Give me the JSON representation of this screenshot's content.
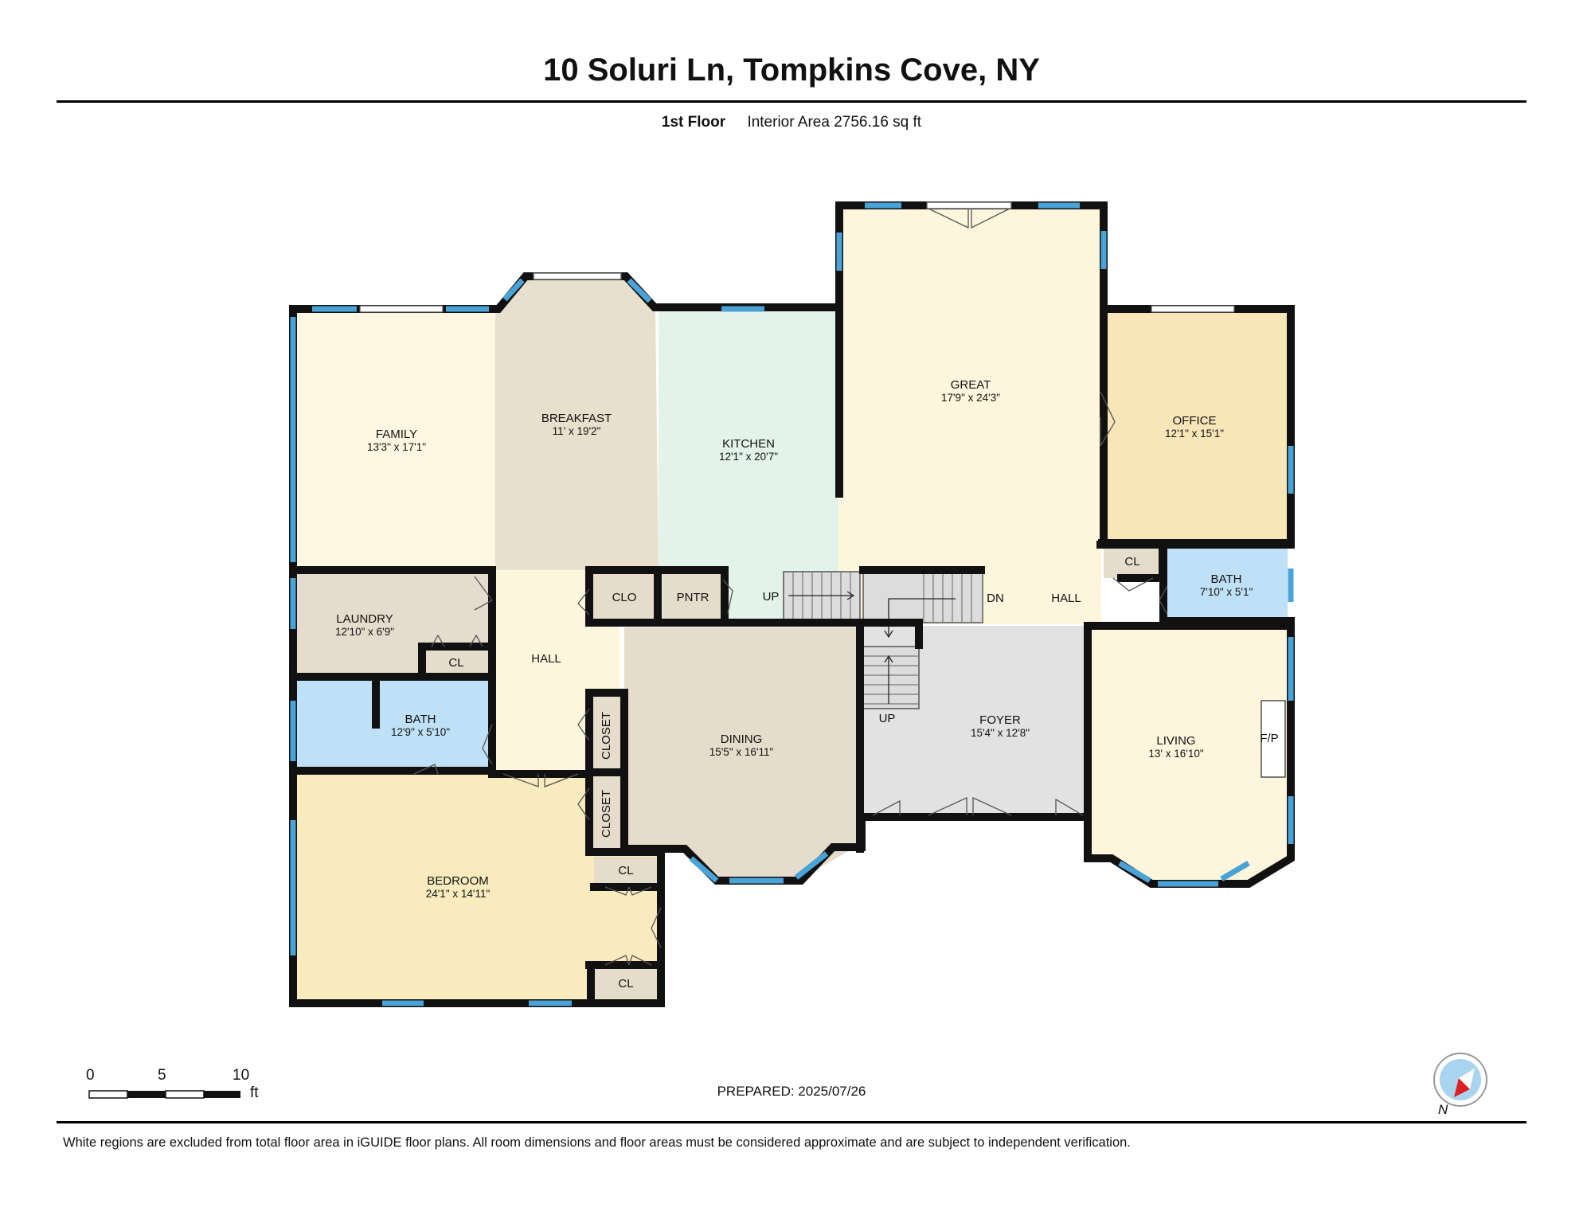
{
  "header": {
    "title": "10 Soluri Ln, Tompkins Cove, NY",
    "floor": "1st Floor",
    "area": "Interior Area 2756.16 sq ft"
  },
  "rooms": {
    "family": {
      "name": "FAMILY",
      "dims": "13'3\" x 17'1\""
    },
    "breakfast": {
      "name": "BREAKFAST",
      "dims": "11' x 19'2\""
    },
    "kitchen": {
      "name": "KITCHEN",
      "dims": "12'1\" x 20'7\""
    },
    "great": {
      "name": "GREAT",
      "dims": "17'9\" x 24'3\""
    },
    "office": {
      "name": "OFFICE",
      "dims": "12'1\" x 15'1\""
    },
    "laundry": {
      "name": "LAUNDRY",
      "dims": "12'10\" x 6'9\""
    },
    "bath_left": {
      "name": "BATH",
      "dims": "12'9\" x 5'10\""
    },
    "bath_right": {
      "name": "BATH",
      "dims": "7'10\" x 5'1\""
    },
    "dining": {
      "name": "DINING",
      "dims": "15'5\" x 16'11\""
    },
    "foyer": {
      "name": "FOYER",
      "dims": "15'4\" x 12'8\""
    },
    "living": {
      "name": "LIVING",
      "dims": "13' x 16'10\""
    },
    "bedroom": {
      "name": "BEDROOM",
      "dims": "24'1\" x 14'11\""
    }
  },
  "labels": {
    "hall_left": "HALL",
    "hall_right": "HALL",
    "clo": "CLO",
    "pntr": "PNTR",
    "up_kitchen": "UP",
    "dn": "DN",
    "up_foyer": "UP",
    "cl_laundry": "CL",
    "cl_office": "CL",
    "cl_bedroom_top": "CL",
    "cl_bedroom_bottom": "CL",
    "closet_1": "CLOSET",
    "closet_2": "CLOSET",
    "fp": "F/P"
  },
  "scale": {
    "tick_0": "0",
    "tick_5": "5",
    "tick_10": "10",
    "unit": "ft"
  },
  "prepared": "PREPARED: 2025/07/26",
  "compass_label": "N",
  "disclaimer": "White regions are excluded from total floor area in iGUIDE floor plans. All room dimensions and floor areas must be considered approximate and are subject to independent verification.",
  "colors": {
    "wall": "#111111",
    "window": "#4aa3d6",
    "family": "#fdf6e0",
    "breakfast": "#e9dfcd",
    "kitchen": "#e3f3ea",
    "great": "#fdf6dc",
    "office": "#f9e6b8",
    "laundry": "#e6dccd",
    "bath": "#bfe1f7",
    "hall": "#fdf6dc",
    "dining": "#e6dccb",
    "foyer": "#e2e2e2",
    "living": "#fdf6dc",
    "bedroom": "#f8ebbd",
    "closet": "#e6dccb",
    "stairs": "#dcdcdc"
  }
}
